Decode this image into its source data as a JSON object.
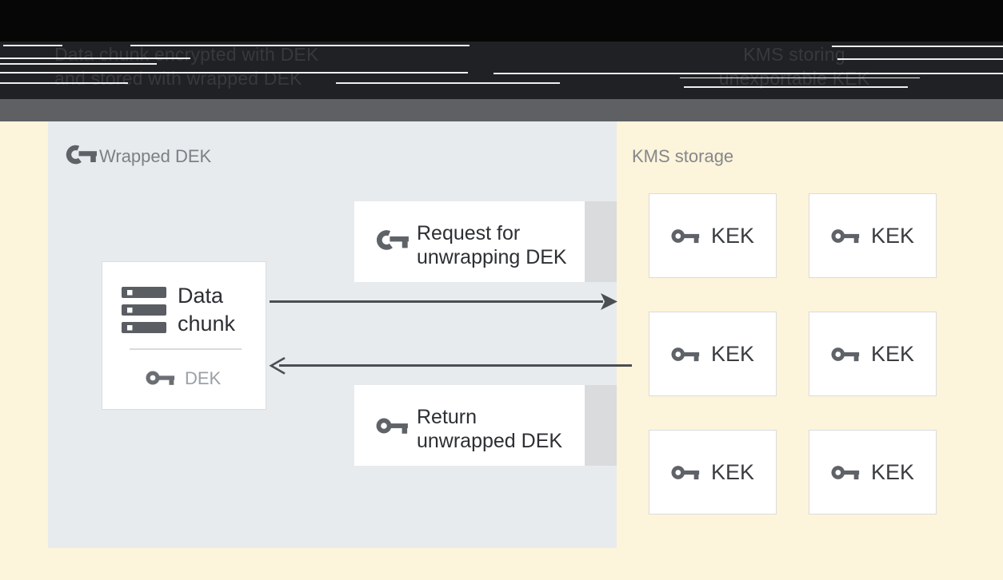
{
  "header": {
    "left_caption_line1": "Data chunk encrypted with DEK",
    "left_caption_line2": "and stored with wrapped DEK",
    "right_caption_line1": "KMS storing",
    "right_caption_line2": "unexportable KEK"
  },
  "left_panel": {
    "title": "Wrapped DEK",
    "data_chunk": {
      "label": "Data chunk",
      "key_label": "DEK"
    },
    "request_box": {
      "line1": "Request for",
      "line2": "unwrapping DEK"
    },
    "return_box": {
      "line1": "Return",
      "line2": "unwrapped DEK"
    }
  },
  "kms_panel": {
    "title": "KMS storage",
    "keys": [
      "KEK",
      "KEK",
      "KEK",
      "KEK",
      "KEK",
      "KEK"
    ]
  },
  "icons": {
    "wrapped_key": "key-with-open-bow",
    "key": "key",
    "data_chunk": "server-stack"
  },
  "colors": {
    "page_background": "#fcf4db",
    "header_black": "#060606",
    "header_dark": "#202125",
    "strip_gray": "#5f6063",
    "panel_gray": "#e8ebee",
    "tab_gray": "#dadbdd",
    "box_border": "#d9dcdf",
    "arrow": "#4b4e52",
    "icon_gray": "#5f6368",
    "text_dark": "#2c2f33",
    "text_gray": "#7c8084",
    "dek_gray": "#9aa0a6",
    "caption_gray": "#37393d"
  }
}
